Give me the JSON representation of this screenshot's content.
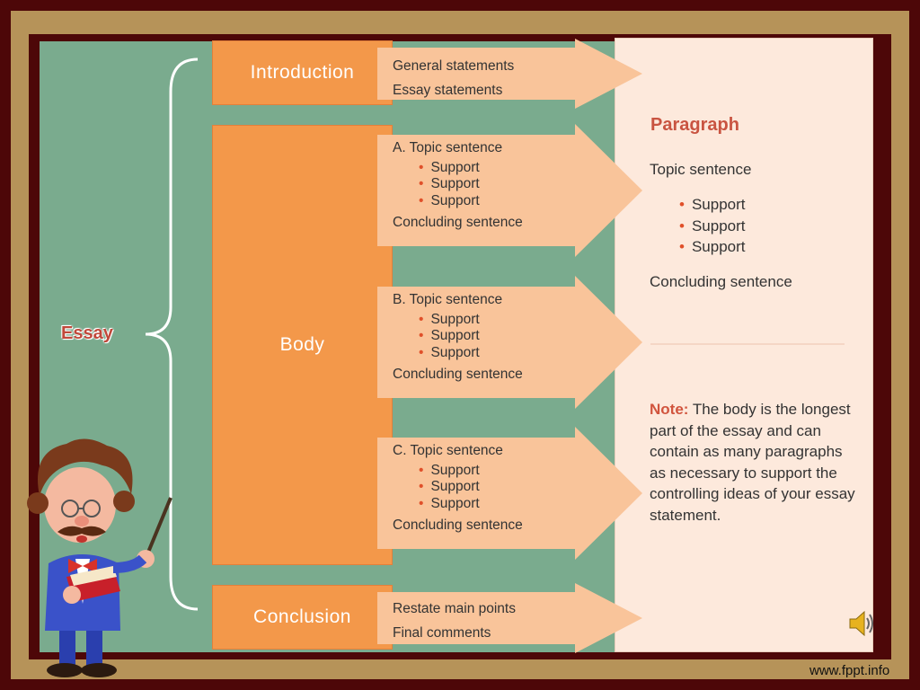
{
  "essay_label": "Essay",
  "introduction": {
    "label": "Introduction",
    "lines": [
      "General statements",
      "Essay statements"
    ]
  },
  "body": {
    "label": "Body",
    "paragraphs": [
      {
        "topic": "A. Topic sentence",
        "supports": [
          "Support",
          "Support",
          "Support"
        ],
        "concluding": "Concluding sentence"
      },
      {
        "topic": "B. Topic sentence",
        "supports": [
          "Support",
          "Support",
          "Support"
        ],
        "concluding": "Concluding sentence"
      },
      {
        "topic": "C. Topic sentence",
        "supports": [
          "Support",
          "Support",
          "Support"
        ],
        "concluding": "Concluding sentence"
      }
    ]
  },
  "conclusion": {
    "label": "Conclusion",
    "lines": [
      "Restate main points",
      "Final comments"
    ]
  },
  "paragraph_panel": {
    "title": "Paragraph",
    "topic": "Topic sentence",
    "supports": [
      "Support",
      "Support",
      "Support"
    ],
    "concluding": "Concluding sentence"
  },
  "note": {
    "label": "Note:",
    "text": " The body is the longest part of the essay and can contain as many paragraphs as necessary to support the controlling ideas of your essay statement."
  },
  "footer": "www.fppt.info",
  "colors": {
    "frame": "#b69359",
    "border": "#4d0708",
    "board": "#7aab8e",
    "orange": "#f3984a",
    "arrow": "#f9c49a",
    "panel": "#fde9dc",
    "accent": "#c95441"
  }
}
